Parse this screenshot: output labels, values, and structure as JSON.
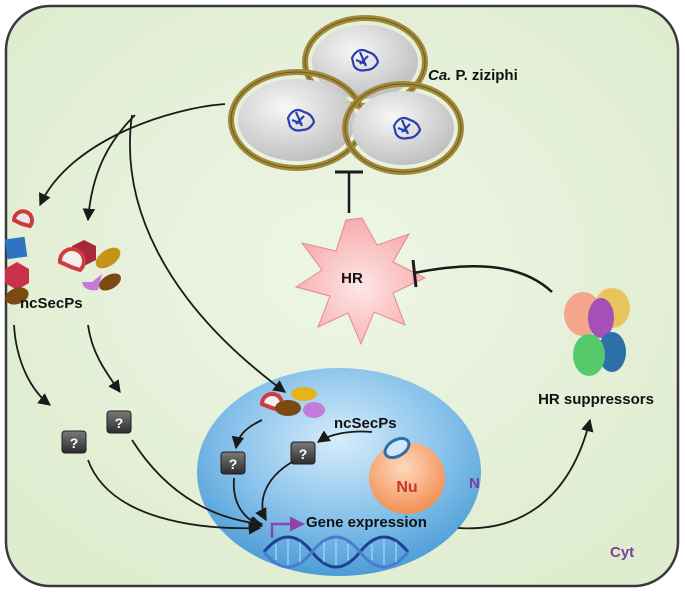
{
  "labels": {
    "pathogen_prefix": "Ca.",
    "pathogen_name": "P. ziziphi",
    "hr": "HR",
    "ncsecps_cytoplasm": "ncSecPs",
    "ncsecps_nucleus": "ncSecPs",
    "hr_suppressors": "HR suppressors",
    "nucleolus": "Nu",
    "nucleus": "N",
    "gene_expression": "Gene expression",
    "cytoplasm": "Cyt",
    "unknown": "?"
  },
  "colors": {
    "cell_fill": "#e6f0dc",
    "cell_border": "#3a3a3a",
    "hr_burst": "#fbb4b4",
    "nucleus": "#4d9fd6",
    "nucleolus": "#f7a167",
    "label_purple": "#7b3f98",
    "label_nucleolus": "#c0392b",
    "arrow": "#1a1a1a",
    "dna_blue": "#1f3f8f",
    "gene_arrow": "#8e44ad"
  }
}
